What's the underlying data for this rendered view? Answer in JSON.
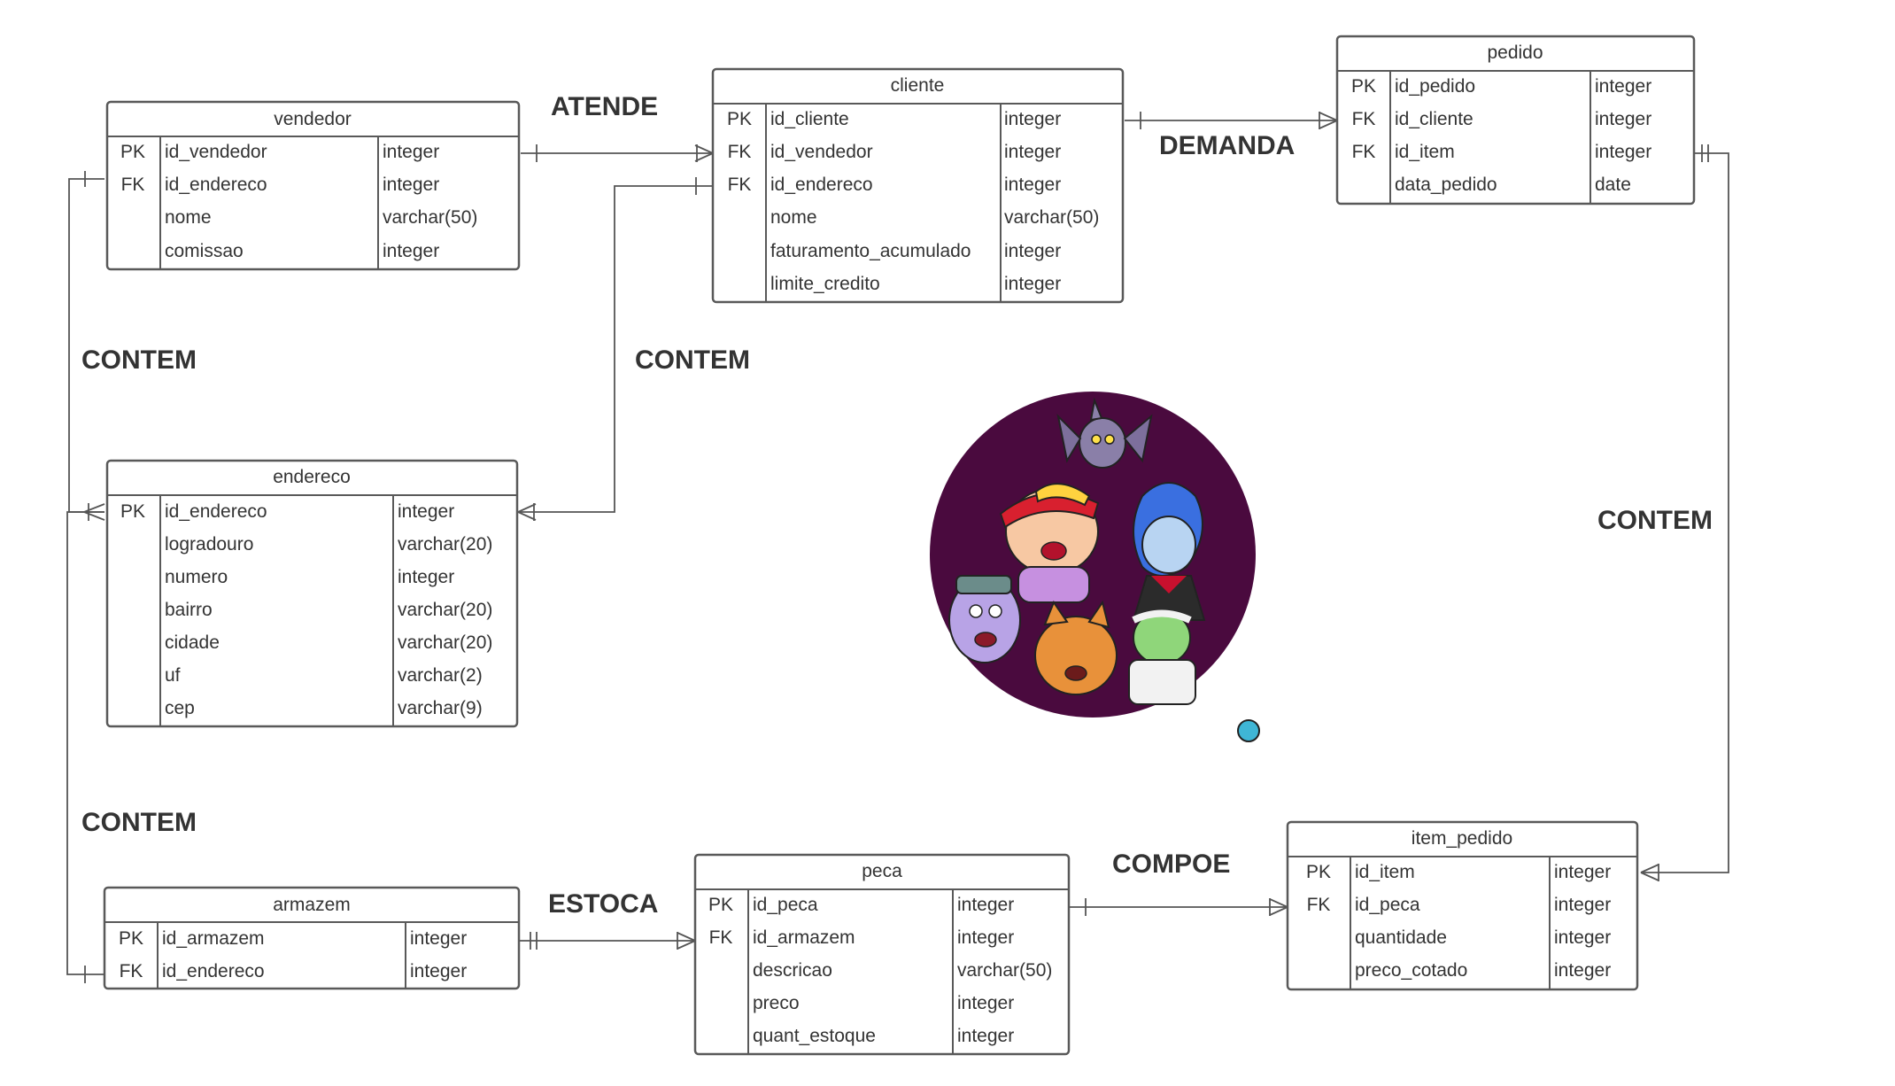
{
  "tables": {
    "vendedor": {
      "title": "vendedor",
      "rows": [
        {
          "key": "PK",
          "name": "id_vendedor",
          "type": "integer"
        },
        {
          "key": "FK",
          "name": "id_endereco",
          "type": "integer"
        },
        {
          "key": "",
          "name": "nome",
          "type": "varchar(50)"
        },
        {
          "key": "",
          "name": "comissao",
          "type": "integer"
        }
      ]
    },
    "cliente": {
      "title": "cliente",
      "rows": [
        {
          "key": "PK",
          "name": "id_cliente",
          "type": "integer"
        },
        {
          "key": "FK",
          "name": "id_vendedor",
          "type": "integer"
        },
        {
          "key": "FK",
          "name": "id_endereco",
          "type": "integer"
        },
        {
          "key": "",
          "name": "nome",
          "type": "varchar(50)"
        },
        {
          "key": "",
          "name": "faturamento_acumulado",
          "type": "integer"
        },
        {
          "key": "",
          "name": "limite_credito",
          "type": "integer"
        }
      ]
    },
    "pedido": {
      "title": "pedido",
      "rows": [
        {
          "key": "PK",
          "name": "id_pedido",
          "type": "integer"
        },
        {
          "key": "FK",
          "name": "id_cliente",
          "type": "integer"
        },
        {
          "key": "FK",
          "name": "id_item",
          "type": "integer"
        },
        {
          "key": "",
          "name": "data_pedido",
          "type": "date"
        }
      ]
    },
    "endereco": {
      "title": "endereco",
      "rows": [
        {
          "key": "PK",
          "name": "id_endereco",
          "type": "integer"
        },
        {
          "key": "",
          "name": "logradouro",
          "type": "varchar(20)"
        },
        {
          "key": "",
          "name": "numero",
          "type": "integer"
        },
        {
          "key": "",
          "name": "bairro",
          "type": "varchar(20)"
        },
        {
          "key": "",
          "name": "cidade",
          "type": "varchar(20)"
        },
        {
          "key": "",
          "name": "uf",
          "type": "varchar(2)"
        },
        {
          "key": "",
          "name": "cep",
          "type": "varchar(9)"
        }
      ]
    },
    "armazem": {
      "title": "armazem",
      "rows": [
        {
          "key": "PK",
          "name": "id_armazem",
          "type": "integer"
        },
        {
          "key": "FK",
          "name": "id_endereco",
          "type": "integer"
        }
      ]
    },
    "peca": {
      "title": "peca",
      "rows": [
        {
          "key": "PK",
          "name": "id_peca",
          "type": "integer"
        },
        {
          "key": "FK",
          "name": "id_armazem",
          "type": "integer"
        },
        {
          "key": "",
          "name": "descricao",
          "type": "varchar(50)"
        },
        {
          "key": "",
          "name": "preco",
          "type": "integer"
        },
        {
          "key": "",
          "name": "quant_estoque",
          "type": "integer"
        }
      ]
    },
    "item_pedido": {
      "title": "item_pedido",
      "rows": [
        {
          "key": "PK",
          "name": "id_item",
          "type": "integer"
        },
        {
          "key": "FK",
          "name": "id_peca",
          "type": "integer"
        },
        {
          "key": "",
          "name": "quantidade",
          "type": "integer"
        },
        {
          "key": "",
          "name": "preco_cotado",
          "type": "integer"
        }
      ]
    }
  },
  "relationships": {
    "atende": "ATENDE",
    "demanda": "DEMANDA",
    "contem_vendedor_endereco": "CONTEM",
    "contem_cliente_endereco": "CONTEM",
    "contem_pedido_item": "CONTEM",
    "contem_endereco_armazem": "CONTEM",
    "estoca": "ESTOCA",
    "compoe": "COMPOE"
  },
  "illustration": {
    "icon": "cartoon-monsters-illustration",
    "background_color": "#4a0a3e"
  }
}
